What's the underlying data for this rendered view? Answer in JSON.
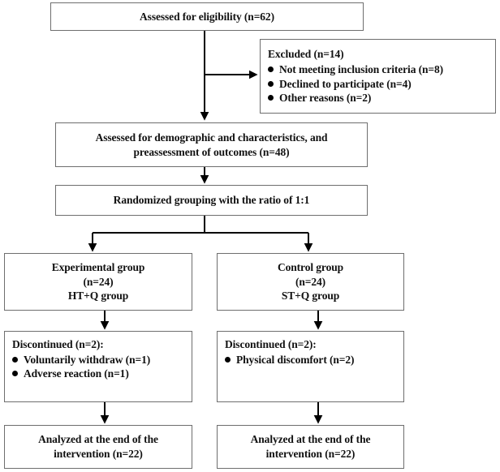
{
  "diagram": {
    "title": "CONSORT participant flow diagram",
    "stroke_color": "#6e6e6e",
    "connector_color": "#000000",
    "text_color": "#111111",
    "background": "#ffffff"
  },
  "nodes": {
    "enrollment": {
      "label": "Assessed for eligibility (n=62)"
    },
    "excluded": {
      "header": "Excluded (n=14)",
      "items": [
        "Not meeting inclusion criteria (n=8)",
        "Declined to participate (n=4)",
        "Other reasons (n=2)"
      ]
    },
    "assessment": {
      "line1": "Assessed for demographic and characteristics, and",
      "line2": "preassessment of outcomes  (n=48)"
    },
    "randomization": {
      "label": "Randomized grouping with the ratio of  1:1"
    },
    "experimental_group": {
      "line1": "Experimental group",
      "line2": "(n=24)",
      "line3": "HT+Q group"
    },
    "control_group": {
      "line1": "Control group",
      "line2": "(n=24)",
      "line3": "ST+Q group"
    },
    "experimental_discontinued": {
      "header": "Discontinued (n=2):",
      "items": [
        "Voluntarily withdraw (n=1)",
        "Adverse reaction (n=1)"
      ]
    },
    "control_discontinued": {
      "header": "Discontinued (n=2):",
      "items": [
        "Physical discomfort (n=2)"
      ]
    },
    "experimental_analyzed": {
      "line1": "Analyzed at the end of the",
      "line2": "intervention (n=22)"
    },
    "control_analyzed": {
      "line1": "Analyzed at the end of the",
      "line2": "intervention (n=22)"
    }
  }
}
